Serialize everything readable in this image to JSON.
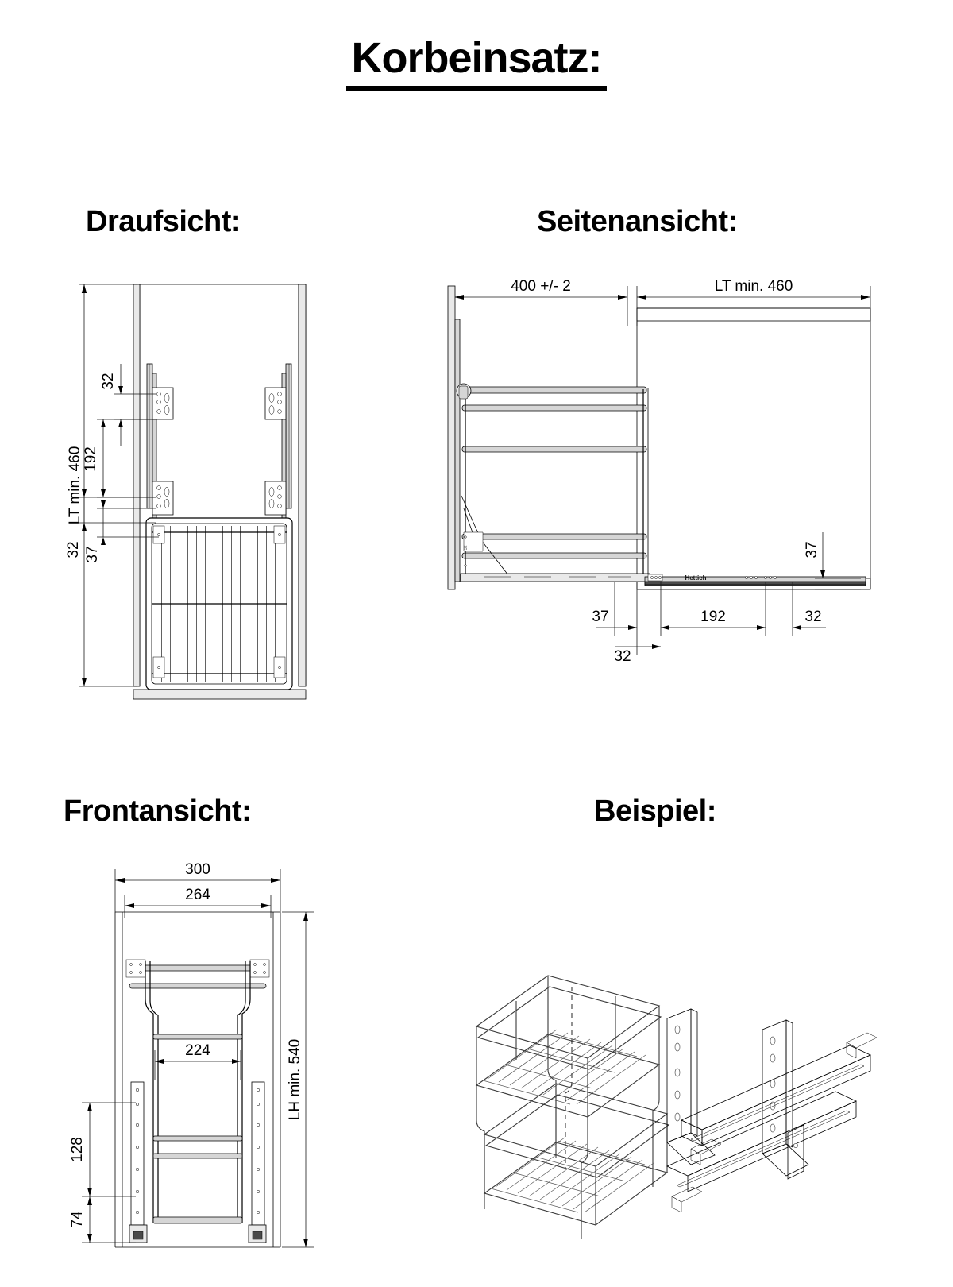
{
  "document": {
    "title": "Korbeinsatz:",
    "language": "de"
  },
  "views": {
    "top": {
      "title": "Draufsicht:"
    },
    "side": {
      "title": "Seitenansicht:"
    },
    "front": {
      "title": "Frontansicht:"
    },
    "example": {
      "title": "Beispiel:"
    }
  },
  "dimensions": {
    "top_view": {
      "depth_overall": "LT min. 460",
      "d1": "32",
      "d2": "192",
      "d3": "32",
      "d4": "37"
    },
    "side_view": {
      "front_depth": "400 +/- 2",
      "cabinet_depth": "LT min. 460",
      "height_right": "37",
      "b1": "37",
      "b2": "192",
      "b3": "32",
      "b4": "32",
      "brand": "Hettich"
    },
    "front_view": {
      "width_outer": "300",
      "width_inner": "264",
      "basket_width": "224",
      "height_overall": "LH min. 540",
      "h1": "128",
      "h2": "74"
    }
  },
  "colors": {
    "ink": "#000000",
    "line": "#1a1a1a",
    "metal_light": "#e9e9e9",
    "metal_mid": "#d6d6d6",
    "metal_dark": "#4a4a4a",
    "background": "#ffffff"
  }
}
